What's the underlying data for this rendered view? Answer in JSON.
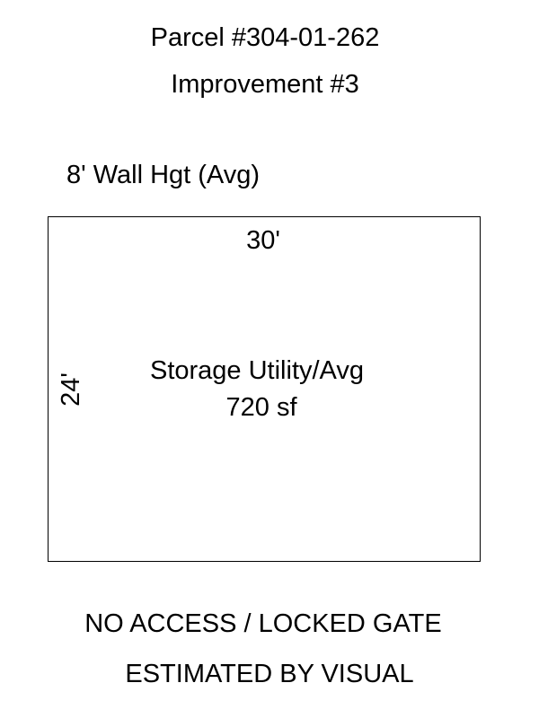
{
  "header": {
    "parcel": "Parcel #304-01-262",
    "improvement": "Improvement #3"
  },
  "wall_height": "8' Wall Hgt (Avg)",
  "sketch": {
    "top_dimension": "30'",
    "side_dimension": "24'",
    "area_name": "Storage Utility/Avg",
    "area_size": "720 sf"
  },
  "footer": {
    "access_note": "NO ACCESS / LOCKED GATE",
    "estimation_note": "ESTIMATED BY VISUAL"
  }
}
